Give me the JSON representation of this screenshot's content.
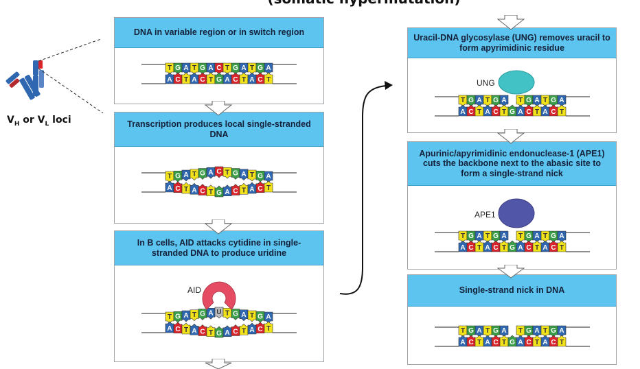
{
  "page_title": "(somatic hypermutation)",
  "loci_label": {
    "v_h": "V",
    "h": "H",
    "or": " or ",
    "v_l": "V",
    "l": "L",
    "suffix": " loci"
  },
  "colors": {
    "header": "#5cc4ee",
    "T": "#f2e21c",
    "G": "#3a9e48",
    "A": "#2f67b0",
    "C": "#d9242b",
    "U": "#bdbdbd",
    "ung": "#42c2c4",
    "ape1": "#5256a8",
    "aid": "#e54c63"
  },
  "steps": [
    {
      "title": "DNA in variable region or in switch region"
    },
    {
      "title": "Transcription produces local single-stranded DNA"
    },
    {
      "title": "In B cells, AID attacks cytidine in single-stranded DNA to produce uridine"
    },
    {
      "title": "Uracil-DNA glycosylase (UNG) removes uracil to form apyrimidinic residue"
    },
    {
      "title": "Apurinic/apyrimidinic endonuclease-1 (APE1) cuts the backbone next to the abasic site to form a single-strand nick"
    },
    {
      "title": "Single-strand nick in DNA"
    }
  ],
  "enzymes": {
    "aid": "AID",
    "ung": "UNG",
    "ape1": "APE1"
  },
  "dna": {
    "top_strand": [
      "T",
      "G",
      "A",
      "T",
      "G",
      "A",
      "C",
      "T",
      "G",
      "A",
      "T",
      "G",
      "A"
    ],
    "bottom_strand": [
      "A",
      "C",
      "T",
      "A",
      "C",
      "T",
      "G",
      "A",
      "C",
      "T",
      "A",
      "C",
      "T"
    ],
    "aid_top_strand": [
      "T",
      "G",
      "A",
      "T",
      "G",
      "A",
      "U",
      "T",
      "G",
      "A",
      "T",
      "G",
      "A"
    ]
  }
}
